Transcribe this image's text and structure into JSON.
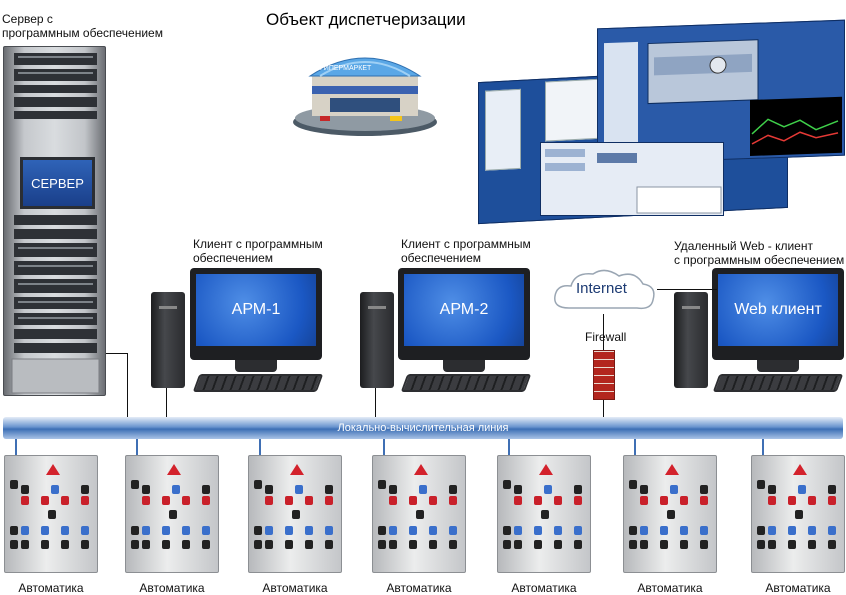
{
  "title": "Объект диспетчеризации",
  "server": {
    "caption_line1": "Сервер с",
    "caption_line2": "программным обеспечением",
    "screen_label": "СЕРВЕР"
  },
  "clients": [
    {
      "caption_line1": "Клиент с программным",
      "caption_line2": "обеспечением",
      "screen_label": "АРМ-1"
    },
    {
      "caption_line1": "Клиент с программным",
      "caption_line2": "обеспечением",
      "screen_label": "АРМ-2"
    },
    {
      "caption_line1": "Удаленный Web - клиент",
      "caption_line2": "с программным обеспечением",
      "screen_label": "Web клиент"
    }
  ],
  "internet_label": "Internet",
  "firewall_label": "Firewall",
  "bus_label": "Локально-вычислительная линия",
  "panels": [
    "Автоматика",
    "Автоматика",
    "Автоматика",
    "Автоматика",
    "Автоматика",
    "Автоматика",
    "Автоматика"
  ],
  "mall_sign": "ГИПЕРМАРКЕТ",
  "colors": {
    "bus": "#3d6fb5",
    "screen": "#1b58c4",
    "warning": "#d3222c",
    "firewall": "#b3261e"
  }
}
